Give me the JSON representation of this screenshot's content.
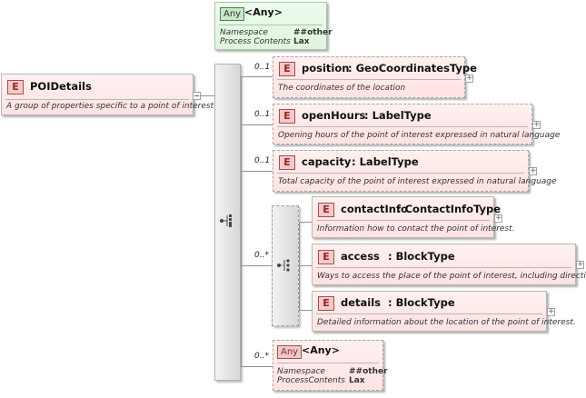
{
  "root": {
    "badge": "E",
    "name": "POIDetails",
    "description": "A group of properties specific to a point of interest"
  },
  "any_top": {
    "badge": "Any",
    "title": "<Any>",
    "props": [
      {
        "key": "Namespace",
        "value": "##other"
      },
      {
        "key": "Process Contents",
        "value": "Lax"
      }
    ]
  },
  "elements": [
    {
      "occurrence": "0..1",
      "badge": "E",
      "name": "position",
      "type": ": GeoCoordinatesType",
      "description": "The coordinates of the location"
    },
    {
      "occurrence": "0..1",
      "badge": "E",
      "name": "openHours",
      "type": ": LabelType",
      "description": "Opening hours of the point of interest expressed in natural language"
    },
    {
      "occurrence": "0..1",
      "badge": "E",
      "name": "capacity",
      "type": ": LabelType",
      "description": "Total capacity of the point of interest expressed in natural language"
    }
  ],
  "choice_occurrence": "0..*",
  "choice_elements": [
    {
      "badge": "E",
      "name": "contactInfo",
      "type": ": ContactInfoType",
      "description": "Information how to contact the point of interest."
    },
    {
      "badge": "E",
      "name": "access",
      "type": ": BlockType",
      "description": "Ways to access the place of the point of  interest, including directions."
    },
    {
      "badge": "E",
      "name": "details",
      "type": ": BlockType",
      "description": "Detailed information about the location of the point of interest."
    }
  ],
  "any_bottom": {
    "occurrence": "0..*",
    "badge": "Any",
    "title": "<Any>",
    "props": [
      {
        "key": "Namespace",
        "value": "##other"
      },
      {
        "key": "ProcessContents",
        "value": "Lax"
      }
    ]
  },
  "expand_symbol": "+"
}
